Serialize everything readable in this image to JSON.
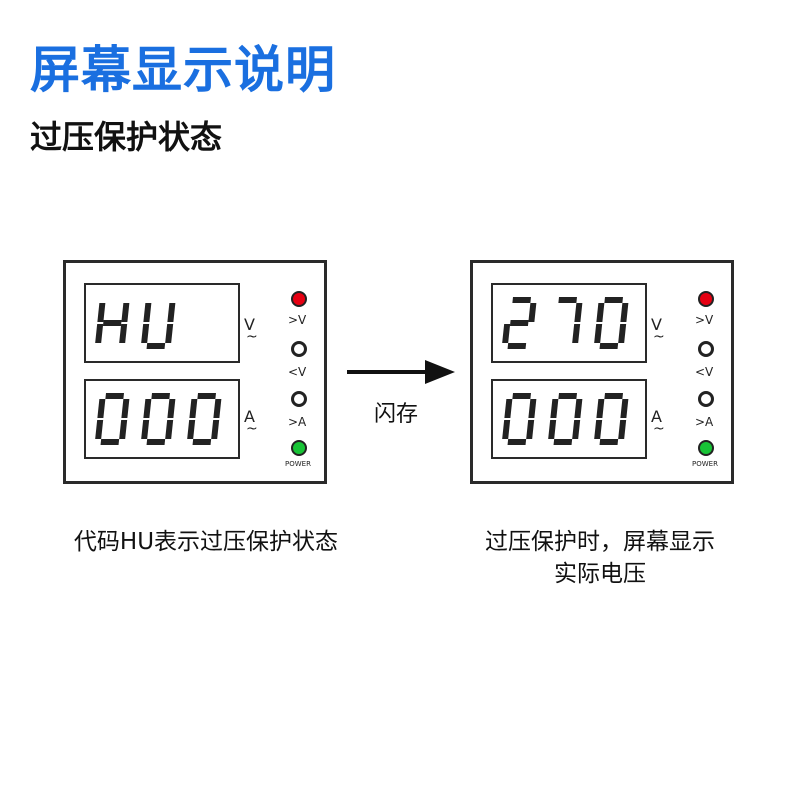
{
  "title": "屏幕显示说明",
  "subtitle": "过压保护状态",
  "meters": [
    {
      "voltage_display": "HU",
      "current_display": "000",
      "volt_unit": "V",
      "amp_unit": "A",
      "ac_symbol": "~",
      "button_labels": [
        ">V",
        "<V",
        ">A"
      ],
      "power_label": "POWER"
    },
    {
      "voltage_display": "270",
      "current_display": "000",
      "volt_unit": "V",
      "amp_unit": "A",
      "ac_symbol": "~",
      "button_labels": [
        ">V",
        "<V",
        ">A"
      ],
      "power_label": "POWER"
    }
  ],
  "arrow_label": "闪存",
  "captions": {
    "left": "代码HU表示过压保护状态",
    "right_line1": "过压保护时，屏幕显示",
    "right_line2": "实际电压"
  },
  "colors": {
    "title": "#1a6fe0",
    "led_red": "#e60012",
    "led_green": "#18c436",
    "segment": "#222222"
  }
}
